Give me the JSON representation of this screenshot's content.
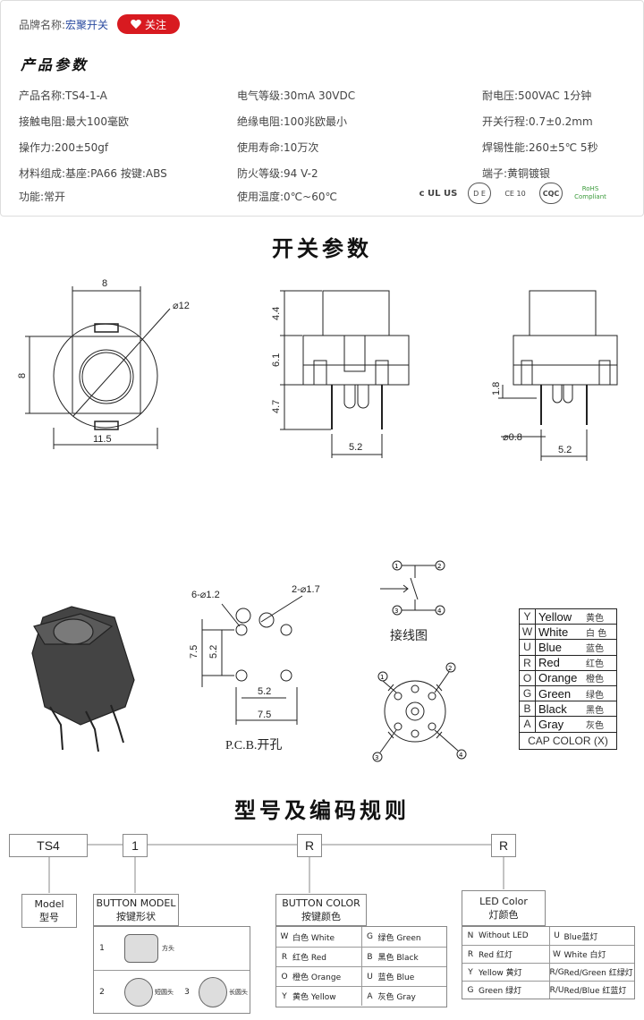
{
  "header": {
    "brand_label": "品牌名称:",
    "brand_value": "宏聚开关",
    "follow_label": "关注",
    "section_title": "产品参数"
  },
  "params": [
    [
      "产品名称:TS4-1-A",
      "电气等级:30mA  30VDC",
      "耐电压:500VAC  1分钟"
    ],
    [
      "接触电阻:最大100毫欧",
      "绝缘电阻:100兆欧最小",
      "开关行程:0.7±0.2mm"
    ],
    [
      "操作力:200±50gf",
      "使用寿命:10万次",
      "焊锡性能:260±5℃  5秒"
    ],
    [
      "材料组成:基座:PA66  按键:ABS",
      "防火等级:94 V-2",
      "端子:黄铜镀银"
    ],
    [
      "功能:常开",
      "使用温度:0℃~60℃",
      ""
    ]
  ],
  "certs": [
    "c UL US",
    "D E",
    "CE 10",
    "CQC",
    "RoHS Compliant"
  ],
  "section_switch": "开关参数",
  "section_model": "型号及编码规则",
  "dims": {
    "top_w": "8",
    "top_d": "⌀12",
    "top_h": "8",
    "top_base": "11.5",
    "side_44": "4.4",
    "side_61": "6.1",
    "side_47": "4.7",
    "side_52": "5.2",
    "right_18": "1.8",
    "right_08": "⌀0.8",
    "right_52": "5.2",
    "pcb_holes": "6-⌀1.2",
    "pcb_holes2": "2-⌀1.7",
    "pcb_75v": "7.5",
    "pcb_52v": "5.2",
    "pcb_52h": "5.2",
    "pcb_75h": "7.5",
    "pcb_label": "P.C.B.开孔",
    "wiring_label": "接线图",
    "pins": [
      "1",
      "2",
      "3",
      "4"
    ]
  },
  "cap_colors": {
    "rows": [
      {
        "k": "Y",
        "en": "Yellow",
        "cn": "黄色"
      },
      {
        "k": "W",
        "en": "White",
        "cn": "白 色"
      },
      {
        "k": "U",
        "en": "Blue",
        "cn": "蓝色"
      },
      {
        "k": "R",
        "en": "Red",
        "cn": "红色"
      },
      {
        "k": "O",
        "en": "Orange",
        "cn": "橙色"
      },
      {
        "k": "G",
        "en": "Green",
        "cn": "绿色"
      },
      {
        "k": "B",
        "en": "Black",
        "cn": "黑色"
      },
      {
        "k": "A",
        "en": "Gray",
        "cn": "灰色"
      }
    ],
    "caption": "CAP COLOR (X)"
  },
  "model": {
    "codes": [
      "TS4",
      "1",
      "R",
      "R"
    ],
    "model_label": [
      "Model",
      "型号"
    ],
    "button_model_label": [
      "BUTTON MODEL",
      "按键形状"
    ],
    "button_color_label": [
      "BUTTON COLOR",
      "按键颜色"
    ],
    "led_color_label": [
      "LED Color",
      "灯颜色"
    ],
    "shapes": [
      {
        "k": "1",
        "name": "方头"
      },
      {
        "k": "2",
        "name": "短圆头"
      },
      {
        "k": "3",
        "name": "长圆头"
      }
    ],
    "button_colors": [
      [
        "W",
        "白色 White",
        "G",
        "绿色 Green"
      ],
      [
        "R",
        "红色 Red",
        "B",
        "黑色 Black"
      ],
      [
        "O",
        "橙色 Orange",
        "U",
        "蓝色 Blue"
      ],
      [
        "Y",
        "黄色 Yellow",
        "A",
        "灰色 Gray"
      ]
    ],
    "led_colors": [
      [
        "N",
        "Without LED",
        "U",
        "Blue蓝灯"
      ],
      [
        "R",
        "Red 红灯",
        "W",
        "White 白灯"
      ],
      [
        "Y",
        "Yellow 黄灯",
        "R/G",
        "Red/Green 红绿灯"
      ],
      [
        "G",
        "Green 绿灯",
        "R/U",
        "Red/Blue 红蓝灯"
      ]
    ]
  }
}
